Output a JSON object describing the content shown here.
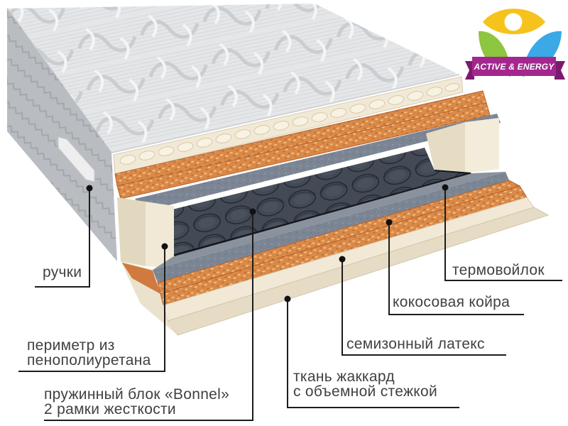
{
  "badge": {
    "title": "ACTIVE & ENERGY",
    "colors": {
      "ribbon": "#a3278f",
      "ribbon_fold": "#7c1b6d",
      "eye": "#f6c21c",
      "leaf_left": "#8dc63f",
      "leaf_right": "#3ba9e6"
    }
  },
  "mattress": {
    "colors": {
      "quilted_top": "#e4e6e8",
      "side_fabric": "#b7bbbf",
      "latex": "#f1e9d6",
      "coconut_coir": "#d98948",
      "thermal_felt": "#7c8594",
      "spring_block": "#414853",
      "jacquard_base": "#e6dcc6"
    }
  },
  "labels": [
    {
      "id": "handles",
      "lines": [
        "ручки"
      ]
    },
    {
      "id": "perimeter",
      "lines": [
        "периметр из",
        "пенополиуретана"
      ]
    },
    {
      "id": "spring-block",
      "lines": [
        "пружинный блок «Bonnel»",
        "2 рамки жесткости"
      ]
    },
    {
      "id": "jacquard",
      "lines": [
        "ткань жаккард",
        "с объемной стежкой"
      ]
    },
    {
      "id": "latex",
      "lines": [
        "семизонный латекс"
      ]
    },
    {
      "id": "coir",
      "lines": [
        "кокосовая койра"
      ]
    },
    {
      "id": "felt",
      "lines": [
        "термовойлок"
      ]
    }
  ]
}
